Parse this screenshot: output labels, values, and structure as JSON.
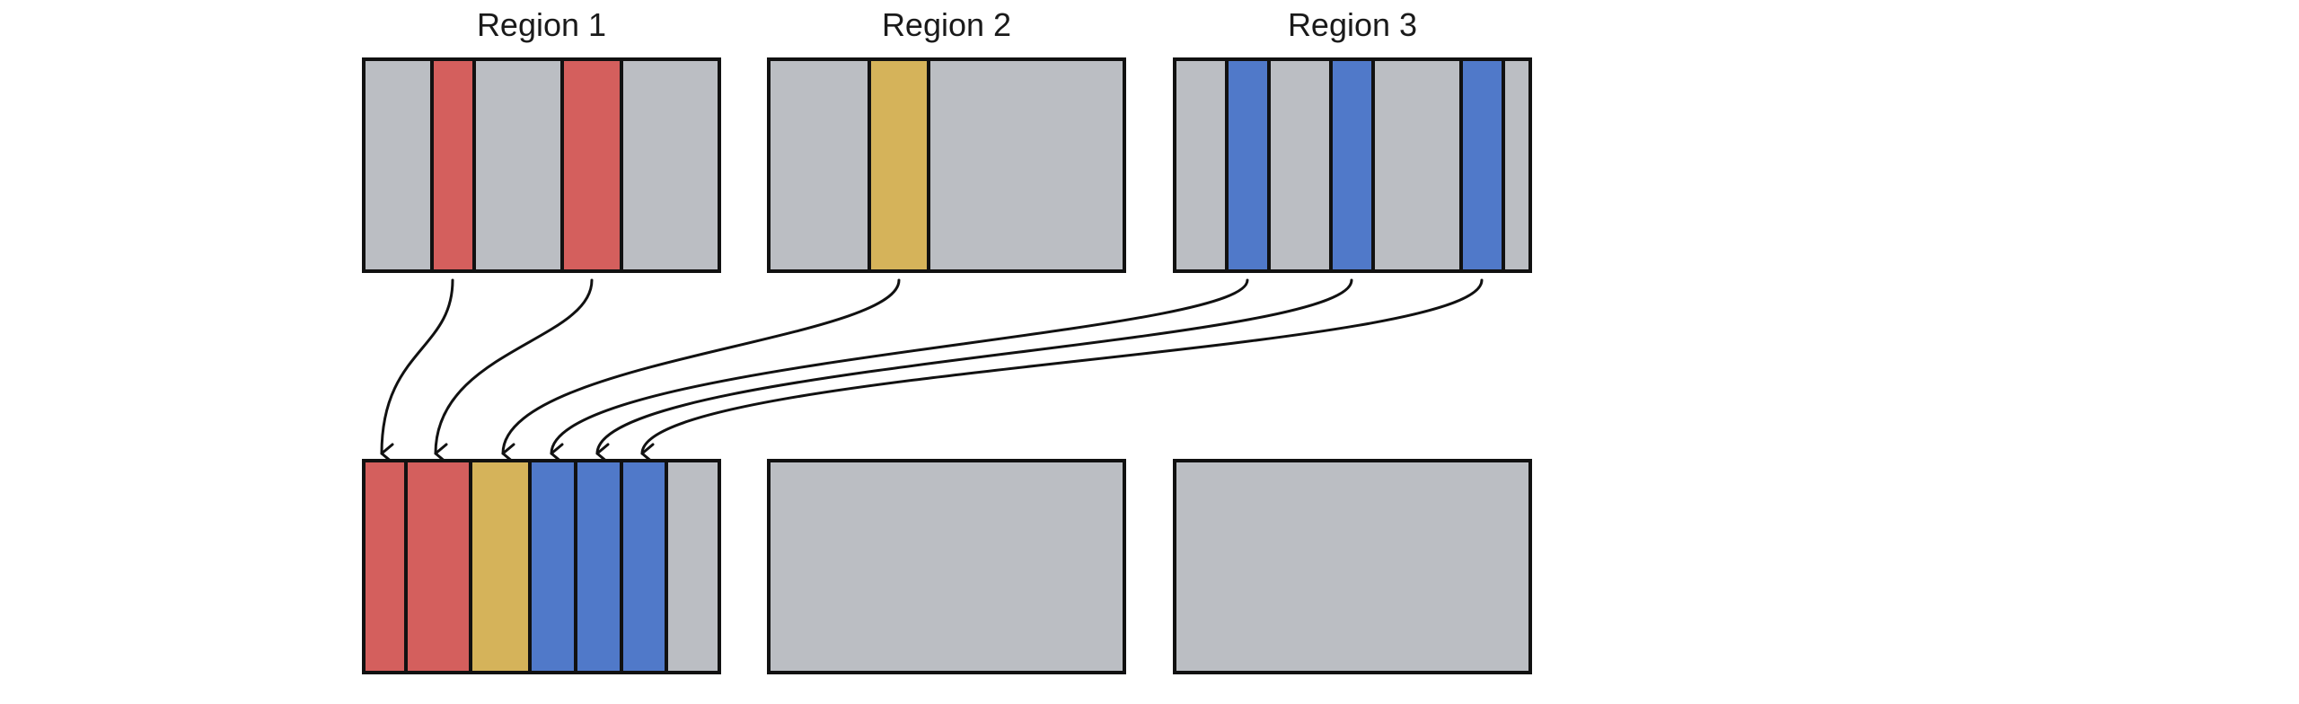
{
  "colors": {
    "empty": "#bbbec3",
    "red": "#d45f5d",
    "yellow": "#d5b35a",
    "blue": "#5079c9",
    "stroke": "#111111"
  },
  "regions": [
    {
      "label": "Region 1"
    },
    {
      "label": "Region 2"
    },
    {
      "label": "Region 3"
    }
  ]
}
